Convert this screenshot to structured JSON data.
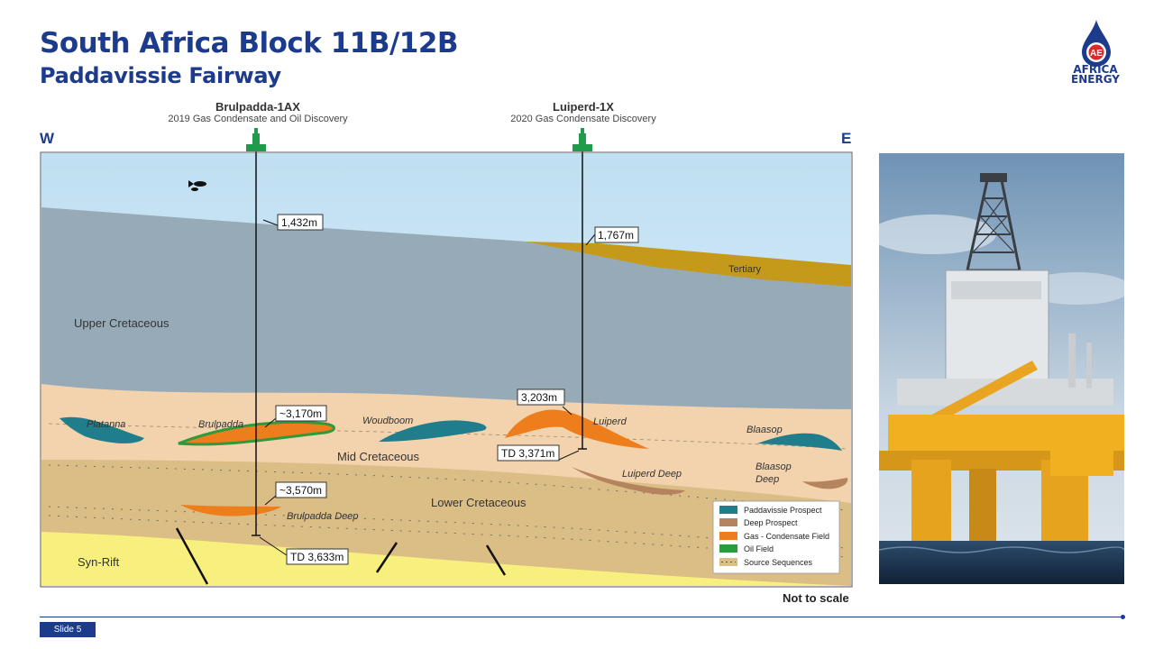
{
  "header": {
    "title": "South Africa Block 11B/12B",
    "subtitle": "Paddavissie Fairway"
  },
  "logo": {
    "line1": "AFRICA",
    "line2": "ENERGY",
    "monogram": "AE",
    "icon": "drop-logo-icon",
    "color": "#1c3b8c"
  },
  "directions": {
    "west": "W",
    "east": "E"
  },
  "wells": [
    {
      "name": "Brulpadda-1AX",
      "desc": "2019 Gas Condensate and Oil Discovery"
    },
    {
      "name": "Luiperd-1X",
      "desc": "2020 Gas Condensate Discovery"
    }
  ],
  "depths": {
    "brul_seabed": "1,432m",
    "luip_seabed": "1,767m",
    "luip_top": "3,203m",
    "luip_td": "TD 3,371m",
    "brul_mid": "~3,170m",
    "brul_deep": "~3,570m",
    "brul_td": "TD 3,633m"
  },
  "layers": {
    "tertiary": "Tertiary",
    "upper": "Upper Cretaceous",
    "mid": "Mid Cretaceous",
    "lower": "Lower Cretaceous",
    "synrift": "Syn-Rift"
  },
  "prospects": {
    "platanna": "Platanna",
    "brulpadda": "Brulpadda",
    "woudboom": "Woudboom",
    "luiperd": "Luiperd",
    "blaasop": "Blaasop",
    "luiperd_deep": "Luiperd Deep",
    "blaasop_deep_1": "Blaasop",
    "blaasop_deep_2": "Deep",
    "brulpadda_deep": "Brulpadda Deep"
  },
  "legend": [
    {
      "label": "Paddavissie Prospect",
      "color": "#1f7d8c"
    },
    {
      "label": "Deep Prospect",
      "color": "#b5845e"
    },
    {
      "label": "Gas - Condensate Field",
      "color": "#ee7d1b"
    },
    {
      "label": "Oil Field",
      "color": "#2e9a3c"
    },
    {
      "label": "Source Sequences",
      "color": "#d9bf86"
    }
  ],
  "colors": {
    "sea": "#cfe6f5",
    "upper_cretaceous": "#97aab8",
    "tertiary": "#c59a1a",
    "mid_cretaceous": "#f3d3ad",
    "lower_cretaceous": "#dbbd86",
    "syn_rift": "#f7f07f",
    "rig": "#1f9b4b"
  },
  "footnote": "Not to scale",
  "slide": "Slide 5"
}
